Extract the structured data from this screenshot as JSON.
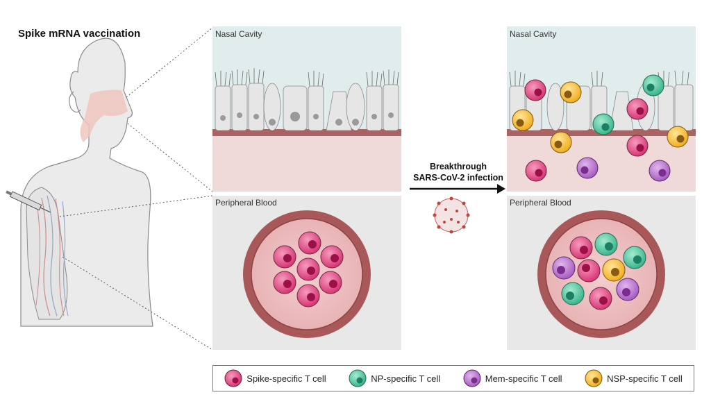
{
  "title": "Spike mRNA vaccination",
  "panels": {
    "top_left_label": "Nasal Cavity",
    "bottom_left_label": "Peripheral Blood",
    "top_right_label": "Nasal Cavity",
    "bottom_right_label": "Peripheral Blood"
  },
  "arrow": {
    "line1": "Breakthrough",
    "line2": "SARS-CoV-2 infection"
  },
  "legend": [
    {
      "label": "Spike-specific T cell",
      "color": "#e0407e",
      "nucleus": "#9c1048"
    },
    {
      "label": "NP-specific T cell",
      "color": "#4cc39a",
      "nucleus": "#1b7f63"
    },
    {
      "label": "Mem-specific T cell",
      "color": "#b46acb",
      "nucleus": "#7a2c8f"
    },
    {
      "label": "NSP-specific T cell",
      "color": "#f2be2e",
      "nucleus": "#8a5a14"
    }
  ],
  "icons": [
    "human-silhouette-icon",
    "syringe-icon",
    "virus-icon",
    "arrow-right-icon"
  ]
}
